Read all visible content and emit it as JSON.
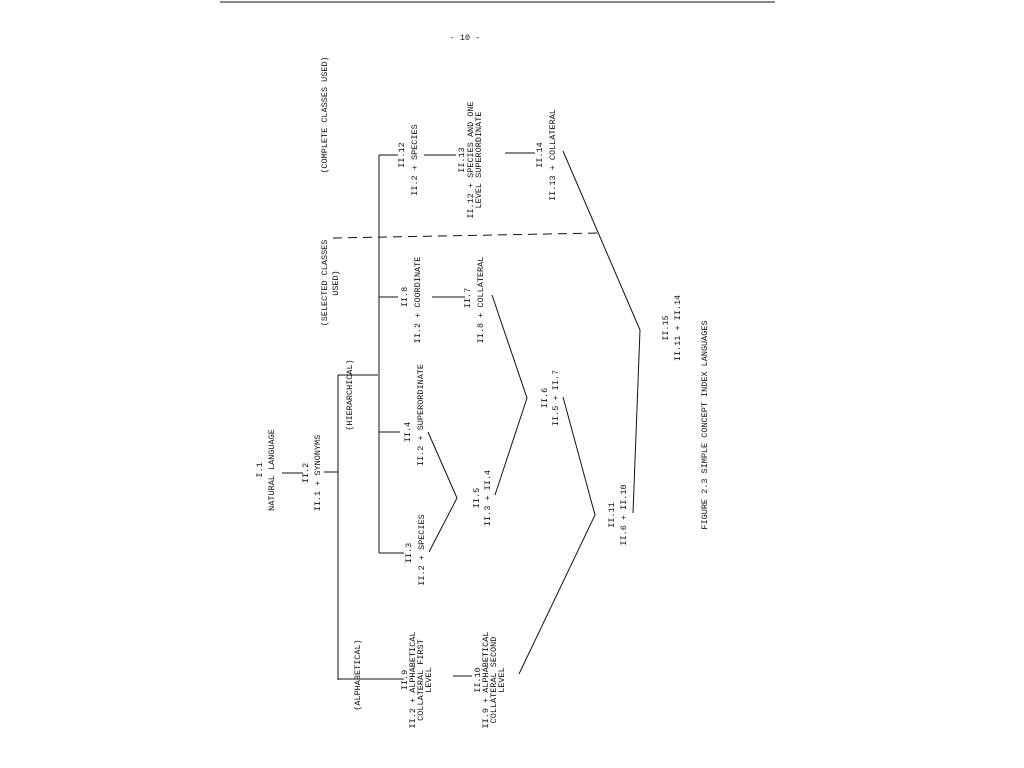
{
  "page_number": "- 10 -",
  "figure_caption": "FIGURE 2.3 SIMPLE CONCEPT INDEX LANGUAGES",
  "sections": {
    "hierarchical": "(HIERARCHICAL)",
    "alphabetical": "(ALPHABETICAL)",
    "selected_classes": [
      "(SELECTED CLASSES",
      "USED)"
    ],
    "complete_classes": "(COMPLETE CLASSES USED)"
  },
  "nodes": {
    "n1": [
      "I.1",
      "NATURAL LANGUAGE"
    ],
    "n2": [
      "II.2",
      "II.1 + SYNONYMS"
    ],
    "n3": [
      "II.3",
      "II.2 + SPECIES"
    ],
    "n4": [
      "II.4",
      "II.2 + SUPERORDINATE"
    ],
    "n5": [
      "II.5",
      "II.3 + II.4"
    ],
    "n6": [
      "II.6",
      "II.5 + II.7"
    ],
    "n7": [
      "II.7",
      "II.8 + COLLATERAL"
    ],
    "n8": [
      "II.8",
      "II.2 + COORDINATE"
    ],
    "n9": [
      "II.9",
      "II.2 + ALPHABETICAL",
      "COLLATERAL FIRST",
      "LEVEL"
    ],
    "n10": [
      "II.10",
      "II.9 + ALPHABETICAL",
      "COLLATERAL SECOND",
      "LEVEL"
    ],
    "n11": [
      "II.11",
      "II.6 + II.10"
    ],
    "n12": [
      "II.12",
      "II.2 + SPECIES"
    ],
    "n13": [
      "II.13",
      "II.12 + SPECIES AND ONE",
      "LEVEL SUPERORDINATE"
    ],
    "n14": [
      "II.14",
      "II.13 + COLLATERAL"
    ],
    "n15": [
      "II.15",
      "II.11 + II.14"
    ]
  }
}
